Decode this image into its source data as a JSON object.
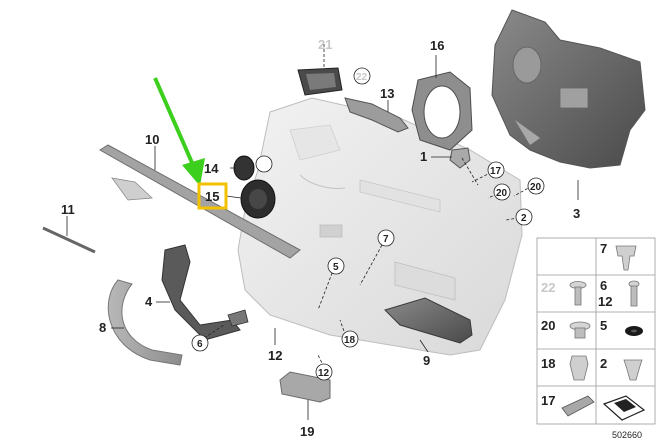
{
  "diagram": {
    "labels": {
      "l1": "1",
      "l2": "2",
      "l3": "3",
      "l4": "4",
      "l5": "5",
      "l6": "6",
      "l7": "7",
      "l8": "8",
      "l9": "9",
      "l10": "10",
      "l11": "11",
      "l12a": "12",
      "l12b": "12",
      "l13": "13",
      "l14": "14",
      "l15": "15",
      "l16": "16",
      "l17": "17",
      "l18": "18",
      "l19": "19",
      "l20a": "20",
      "l20b": "20",
      "l21": "21",
      "l22": "22"
    },
    "highlight_label": "15",
    "highlight_color": "#f2c200",
    "arrow_color": "#3ccf1e",
    "legend": {
      "cells": [
        {
          "num": "7"
        },
        {
          "num": "22",
          "gray": true
        },
        {
          "num": "6"
        },
        {
          "num": "12"
        },
        {
          "num": "20"
        },
        {
          "num": "5"
        },
        {
          "num": "18"
        },
        {
          "num": "2"
        },
        {
          "num": "17"
        }
      ]
    },
    "doc_id": "502660"
  }
}
